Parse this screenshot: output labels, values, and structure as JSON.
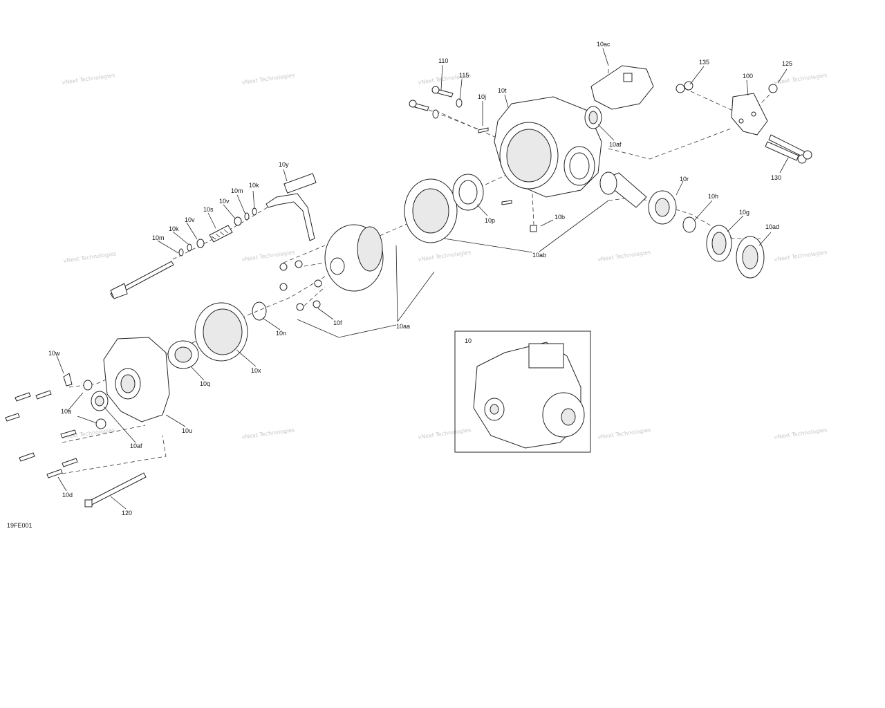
{
  "drawing_code": "19FE001",
  "watermark_text": "vNext Technologies",
  "inset_label": "10",
  "part_labels": [
    "110",
    "115",
    "10j",
    "10t",
    "10ac",
    "135",
    "100",
    "125",
    "10af",
    "130",
    "10y",
    "10r",
    "10h",
    "10g",
    "10ad",
    "10k",
    "10m",
    "10v",
    "10s",
    "10k",
    "10v",
    "10m",
    "10p",
    "10b",
    "10ab",
    "10f",
    "10aa",
    "10n",
    "10x",
    "10q",
    "10w",
    "10a",
    "10af",
    "10u",
    "10d",
    "120"
  ]
}
